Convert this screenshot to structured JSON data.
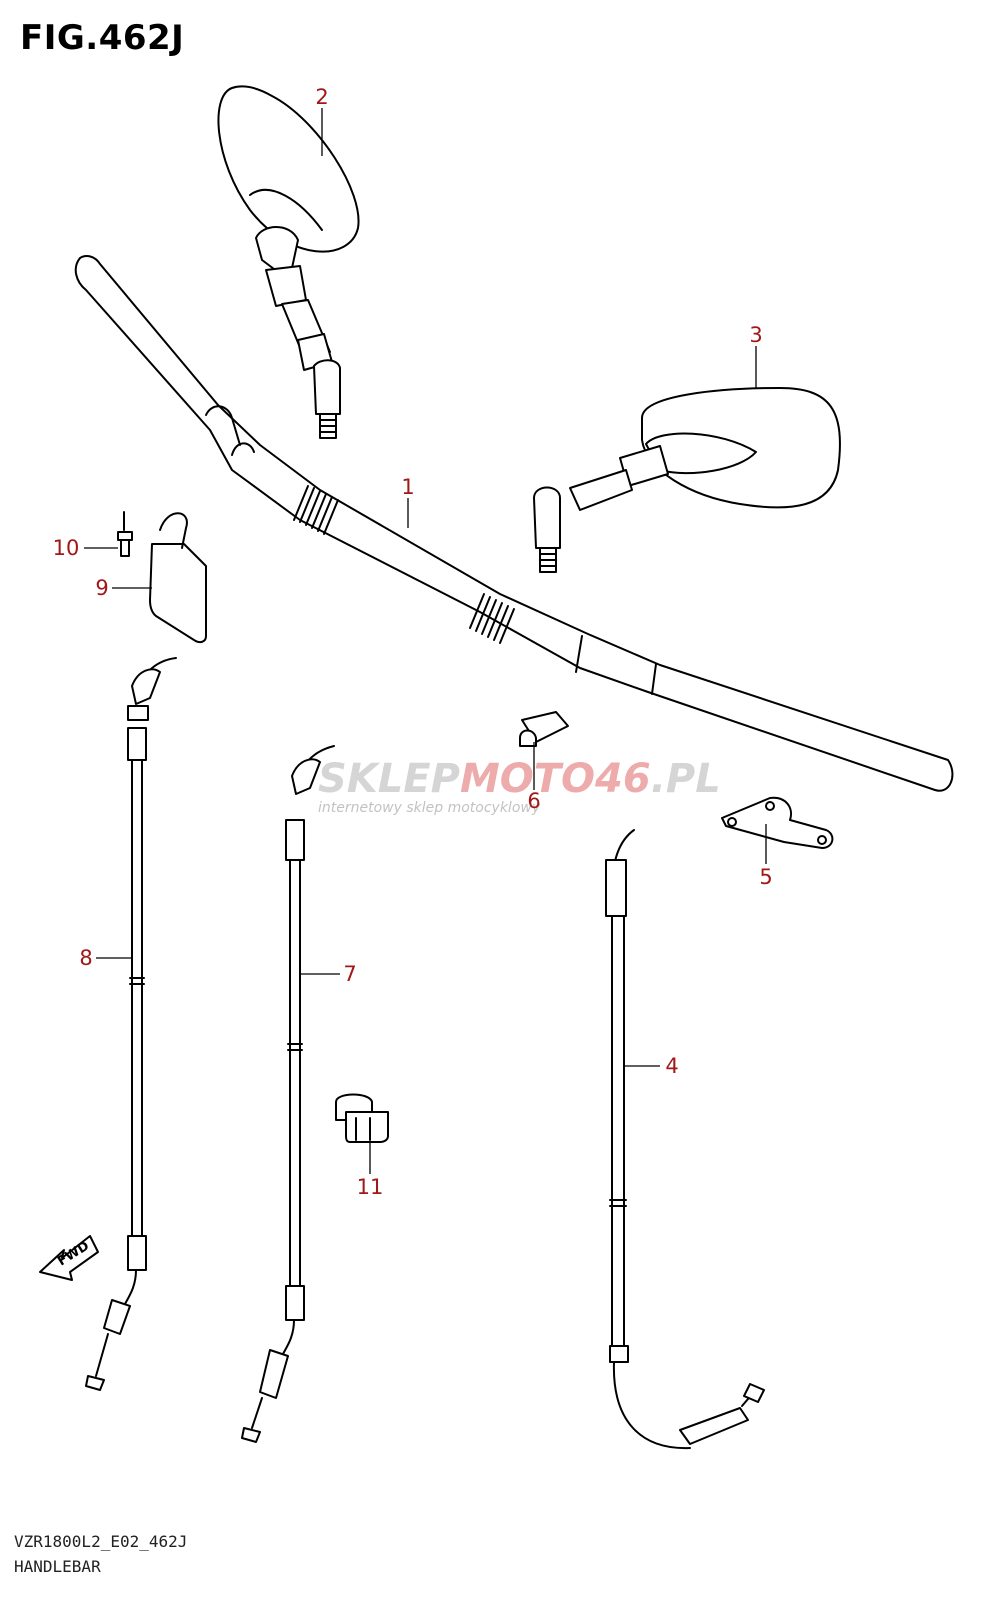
{
  "figure": {
    "title": "FIG.462J",
    "code": "VZR1800L2_E02_462J",
    "name": "HANDLEBAR"
  },
  "watermark": {
    "brand_prefix": "SKLEP",
    "brand_accent": "MOTO46",
    "brand_suffix": ".PL",
    "tagline": "internetowy sklep motocyklowy"
  },
  "callouts": {
    "c1": "1",
    "c2": "2",
    "c3": "3",
    "c4": "4",
    "c5": "5",
    "c6": "6",
    "c7": "7",
    "c8": "8",
    "c9": "9",
    "c10": "10",
    "c11": "11"
  },
  "direction_arrow": {
    "label": "FWD"
  },
  "colors": {
    "callout": "#a01818",
    "line": "#000000",
    "watermark_accent": "#e89090"
  }
}
